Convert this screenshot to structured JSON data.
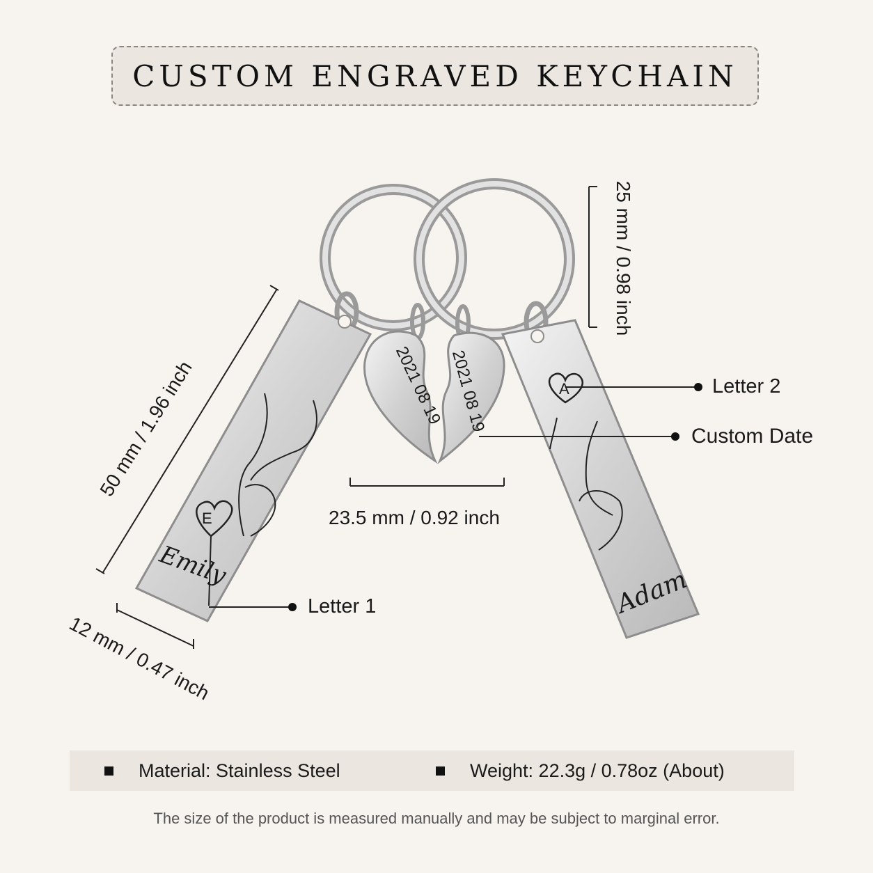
{
  "title": "CUSTOM ENGRAVED KEYCHAIN",
  "dimensions": {
    "length": "50 mm / 1.96 inch",
    "width": "12 mm / 0.47 inch",
    "ring": "25 mm / 0.98 inch",
    "heart": "23.5 mm / 0.92 inch"
  },
  "callouts": {
    "letter1": "Letter 1",
    "letter2": "Letter 2",
    "custom_date": "Custom Date"
  },
  "engraving": {
    "name_left": "Emily",
    "name_right": "Adam",
    "initial_left": "E",
    "initial_right": "A",
    "date_line1": "2021",
    "date_line2": "08",
    "date_line3": "19"
  },
  "specs": {
    "material": "Material:  Stainless Steel",
    "weight": "Weight: 22.3g / 0.78oz (About)"
  },
  "note": "The size of the product is measured manually and may be subject to marginal error.",
  "colors": {
    "background": "#f7f4ef",
    "panel": "#ebe6df",
    "steel": "#dcdcdc"
  }
}
